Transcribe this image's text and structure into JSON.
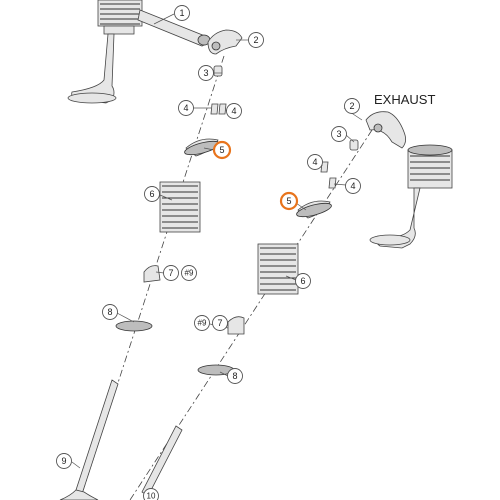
{
  "diagram": {
    "section_label": "EXHAUST",
    "highlight_color": "#e8741c",
    "callouts": {
      "intake": [
        {
          "id": "c1",
          "label": "1"
        },
        {
          "id": "c2",
          "label": "2"
        },
        {
          "id": "c3",
          "label": "3"
        },
        {
          "id": "c4a",
          "label": "4"
        },
        {
          "id": "c4b",
          "label": "4"
        },
        {
          "id": "c5",
          "label": "5",
          "highlighted": true
        },
        {
          "id": "c6",
          "label": "6"
        },
        {
          "id": "c7",
          "label": "7"
        },
        {
          "id": "c9a",
          "label": "#9"
        },
        {
          "id": "c8",
          "label": "8"
        },
        {
          "id": "c9",
          "label": "9"
        }
      ],
      "exhaust": [
        {
          "id": "e2",
          "label": "2"
        },
        {
          "id": "e3",
          "label": "3"
        },
        {
          "id": "e4a",
          "label": "4"
        },
        {
          "id": "e4b",
          "label": "4"
        },
        {
          "id": "e5",
          "label": "5",
          "highlighted": true
        },
        {
          "id": "e6",
          "label": "6"
        },
        {
          "id": "e9a",
          "label": "#9"
        },
        {
          "id": "e7",
          "label": "7"
        },
        {
          "id": "e8",
          "label": "8"
        },
        {
          "id": "e10",
          "label": "10"
        }
      ]
    }
  }
}
